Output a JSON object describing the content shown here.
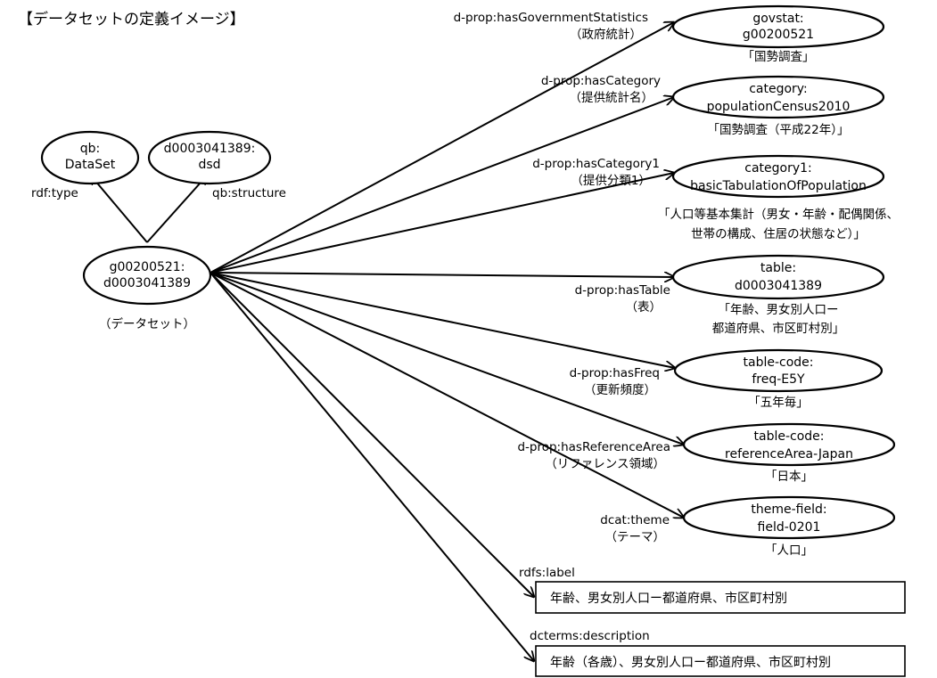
{
  "title": "【データセットの定義イメージ】",
  "center": {
    "line1": "g00200521:",
    "line2": "d0003041389",
    "caption": "（データセット）"
  },
  "left_nodes": [
    {
      "line1": "qb:",
      "line2": "DataSet",
      "edge_label": "rdf:type"
    },
    {
      "line1": "d0003041389:",
      "line2": "dsd",
      "edge_label": "qb:structure"
    }
  ],
  "properties": [
    {
      "prop": "d-prop:hasGovernmentStatistics",
      "prop_ja": "（政府統計）",
      "node_line1": "govstat:",
      "node_line2": "g00200521",
      "captions": [
        "「国勢調査」"
      ]
    },
    {
      "prop": "d-prop:hasCategory",
      "prop_ja": "（提供統計名）",
      "node_line1": "category:",
      "node_line2": "populationCensus2010",
      "captions": [
        "「国勢調査（平成22年）」"
      ]
    },
    {
      "prop": "d-prop:hasCategory1",
      "prop_ja": "（提供分類1）",
      "node_line1": "category1:",
      "node_line2": "basicTabulationOfPopulation",
      "captions": [
        "「人口等基本集計（男女・年齢・配偶関係、",
        "世帯の構成、住居の状態など）」"
      ]
    },
    {
      "prop": "d-prop:hasTable",
      "prop_ja": "（表）",
      "node_line1": "table:",
      "node_line2": "d0003041389",
      "captions": [
        "「年齢、男女別人口ー",
        "都道府県、市区町村別」"
      ]
    },
    {
      "prop": "d-prop:hasFreq",
      "prop_ja": "（更新頻度）",
      "node_line1": "table-code:",
      "node_line2": "freq-E5Y",
      "captions": [
        "「五年毎」"
      ]
    },
    {
      "prop": "d-prop:hasReferenceArea",
      "prop_ja": "（リファレンス領域）",
      "node_line1": "table-code:",
      "node_line2": "referenceArea-Japan",
      "captions": [
        "「日本」"
      ]
    },
    {
      "prop": "dcat:theme",
      "prop_ja": "（テーマ）",
      "node_line1": "theme-field:",
      "node_line2": "field-0201",
      "captions": [
        "「人口」"
      ]
    }
  ],
  "literals": [
    {
      "prop": "rdfs:label",
      "value": "年齢、男女別人口ー都道府県、市区町村別"
    },
    {
      "prop": "dcterms:description",
      "value": "年齢（各歳）、男女別人口ー都道府県、市区町村別"
    }
  ]
}
